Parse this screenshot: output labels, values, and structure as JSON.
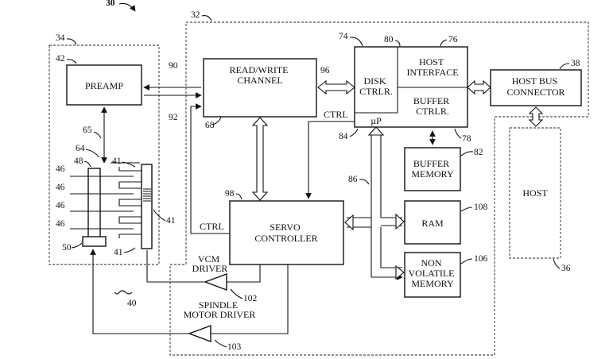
{
  "figure_ref": "30",
  "blocks": {
    "preamp": "PREAMP",
    "rw_channel": [
      "READ/WRITE",
      "CHANNEL"
    ],
    "disk_ctrlr": [
      "DISK",
      "CTRLR."
    ],
    "host_interface": [
      "HOST",
      "INTERFACE"
    ],
    "buffer_ctrlr": [
      "BUFFER",
      "CTRLR."
    ],
    "up": "µP",
    "host_bus_connector": [
      "HOST BUS",
      "CONNECTOR"
    ],
    "host": "HOST",
    "buffer_memory": [
      "BUFFER",
      "MEMORY"
    ],
    "ram": "RAM",
    "nonvolatile_memory": [
      "NON",
      "VOLATILE",
      "MEMORY"
    ],
    "servo_controller": [
      "SERVO",
      "CONTROLLER"
    ]
  },
  "labels": {
    "ctrl_top": "CTRL",
    "ctrl_left": "CTRL",
    "vcm_driver": [
      "VCM",
      "DRIVER"
    ],
    "spindle_driver": [
      "SPINDLE",
      "MOTOR DRIVER"
    ]
  },
  "refs": {
    "r30": "30",
    "r32": "32",
    "r34": "34",
    "r36": "36",
    "r38": "38",
    "r40": "40",
    "r41a": "41",
    "r41b": "41",
    "r41c": "41",
    "r42": "42",
    "r46a": "46",
    "r46b": "46",
    "r46c": "46",
    "r46d": "46",
    "r48": "48",
    "r50": "50",
    "r64": "64",
    "r65": "65",
    "r68": "68",
    "r74": "74",
    "r76": "76",
    "r78": "78",
    "r80": "80",
    "r82": "82",
    "r84": "84",
    "r86": "86",
    "r90": "90",
    "r92": "92",
    "r96": "96",
    "r98": "98",
    "r102": "102",
    "r103": "103",
    "r106": "106",
    "r108": "108"
  }
}
